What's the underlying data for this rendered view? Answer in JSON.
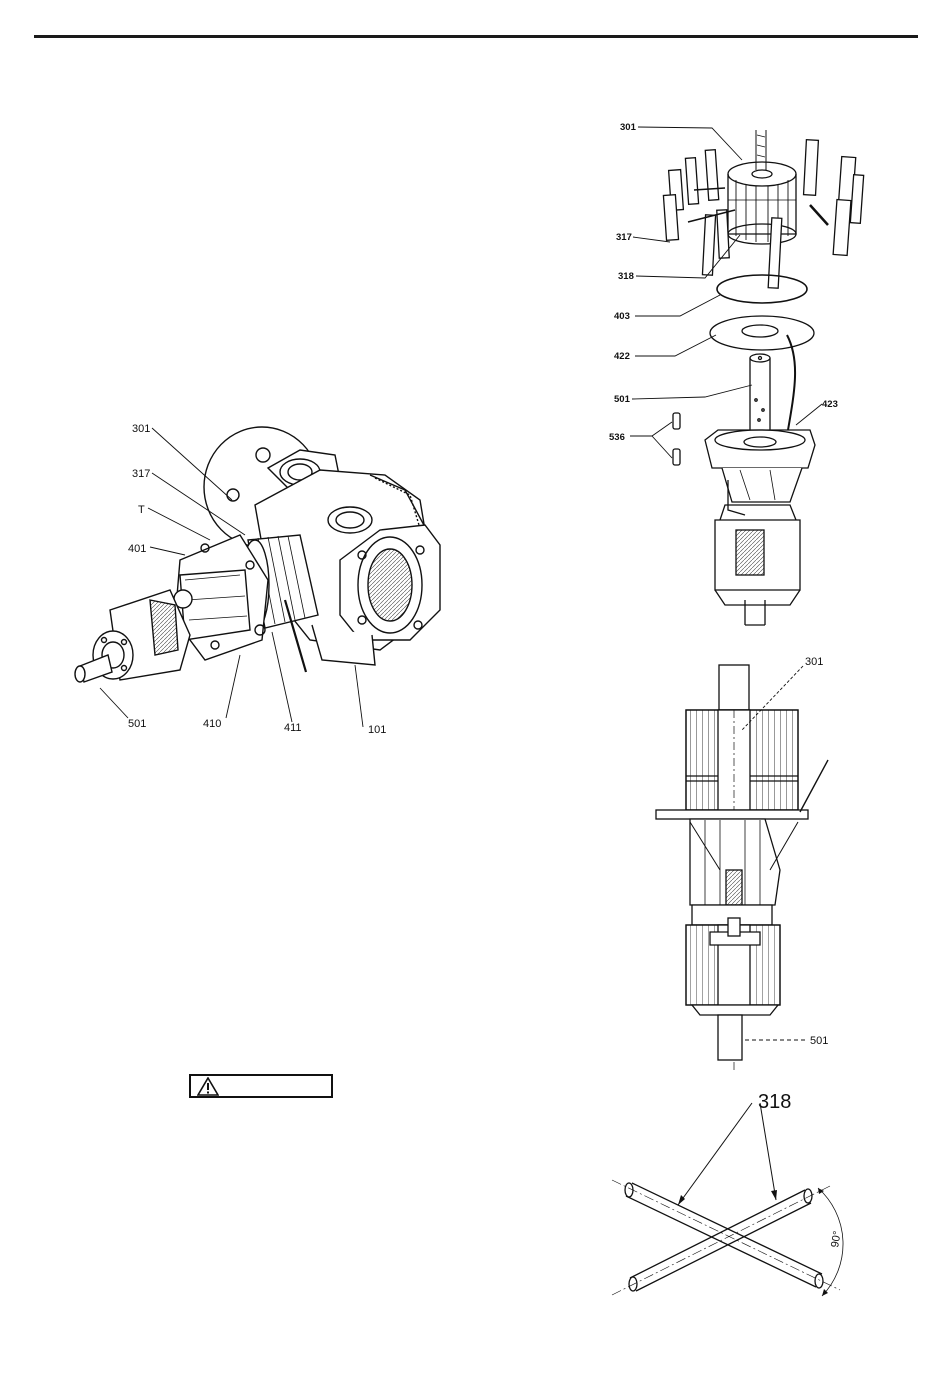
{
  "fig_pump": {
    "labels": [
      "301",
      "317",
      "T",
      "401",
      "501",
      "410",
      "411",
      "101"
    ]
  },
  "fig_exploded": {
    "labels": [
      "301",
      "317",
      "318",
      "403",
      "422",
      "501",
      "423",
      "536"
    ]
  },
  "fig_section": {
    "labels": [
      "301",
      "501"
    ]
  },
  "fig_pins": {
    "part_label": "318",
    "angle_label": "90°"
  },
  "warning": {
    "icon": "warning-triangle-icon"
  }
}
